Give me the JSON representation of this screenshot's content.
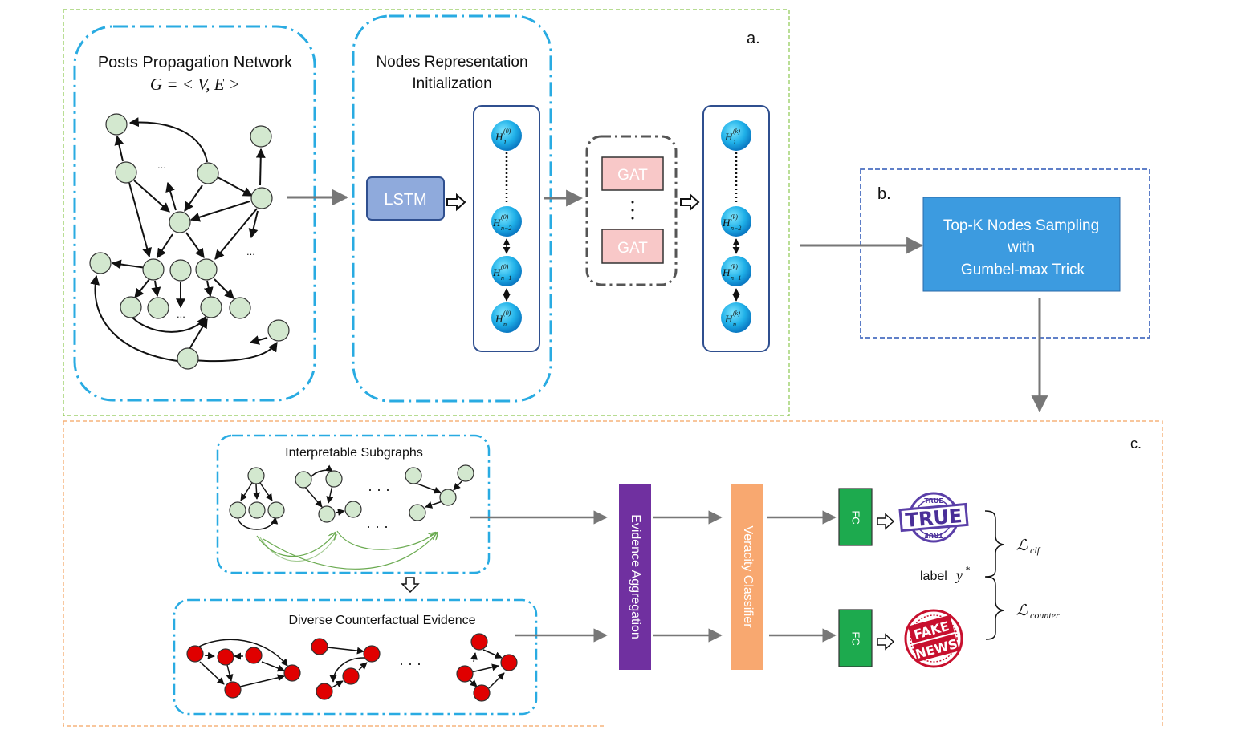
{
  "sections": {
    "a": {
      "letter": "a."
    },
    "b": {
      "letter": "b."
    },
    "c": {
      "letter": "c."
    }
  },
  "network": {
    "title": "Posts Propagation Network",
    "formula": "G = < V, E >",
    "ellipsis": "..."
  },
  "init": {
    "title_line1": "Nodes Representation",
    "title_line2": "Initialization",
    "lstm": "LSTM",
    "h0_nodes": [
      "H",
      "H",
      "H",
      "H"
    ],
    "h0_sup": "(0)",
    "hk_sup": "(k)",
    "subs": [
      "1",
      "n−2",
      "n−1",
      "n"
    ]
  },
  "gat": {
    "top": "GAT",
    "bottom": "GAT"
  },
  "sampling": {
    "line1": "Top-K Nodes Sampling",
    "line2": "with",
    "line3": "Gumbel-max Trick"
  },
  "subgraphs": {
    "title": "Interpretable Subgraphs",
    "ellipsis": "· · ·"
  },
  "counterfactual": {
    "title": "Diverse Counterfactual Evidence",
    "ellipsis": "· · ·"
  },
  "modules": {
    "evidence": "Evidence Aggregation",
    "veracity": "Veracity Classifier",
    "fc_top": "FC",
    "fc_bottom": "FC"
  },
  "stamps": {
    "true_word": "TRUE",
    "true_ring": "TRUE",
    "fake_line1": "FAKE",
    "fake_line2": "NEWS"
  },
  "losses": {
    "clf": "ℒ",
    "clf_sub": "clf",
    "label": "label",
    "label_var": "y",
    "label_sup": "*",
    "counter": "ℒ",
    "counter_sub": "counter"
  },
  "colors": {
    "cyan_border": "#29abe2",
    "green_dash": "#8cc751",
    "orange_dash": "#f4a460",
    "blue_dash": "#4a6fc1",
    "node_fill": "#d3e8cf",
    "red_node": "#e00000",
    "lstm_fill": "#8faadc",
    "gat_fill": "#f8c8c8",
    "sampling_fill": "#3c9be0",
    "evidence_fill": "#7030a0",
    "veracity_fill": "#f8a870",
    "fc_fill": "#1daa4e",
    "arrow_gray": "#777777"
  }
}
